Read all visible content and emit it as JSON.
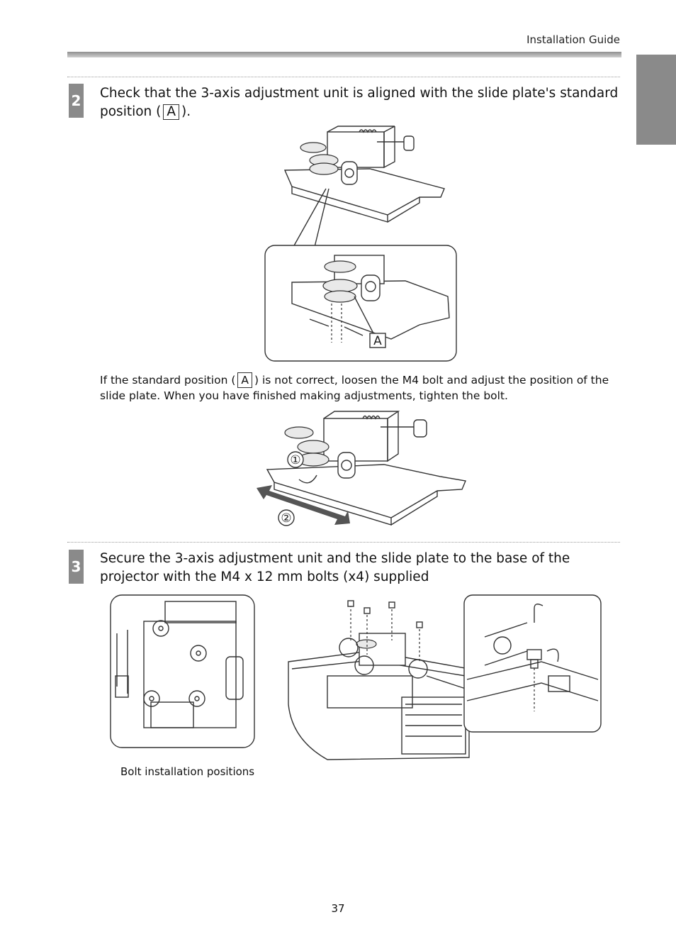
{
  "header": {
    "title": "Installation Guide"
  },
  "steps": [
    {
      "number": "2",
      "text_before": "Check that the 3-axis adjustment unit is aligned with the slide plate's standard position (",
      "marker": "A",
      "text_after": ")."
    },
    {
      "number": "3",
      "text": "Secure the 3-axis adjustment unit and the slide plate to the base of the projector with the M4 x 12 mm bolts (x4) supplied"
    }
  ],
  "note": {
    "text_before": "If the standard position (",
    "marker": "A",
    "text_after": ") is not correct, loosen the M4 bolt and adjust the position of the slide plate. When you have finished making adjustments, tighten the bolt."
  },
  "figures": {
    "detail_marker": "A",
    "adjust_marker_1": "①",
    "adjust_marker_2": "②"
  },
  "caption": "Bolt installation positions",
  "page_number": "37"
}
